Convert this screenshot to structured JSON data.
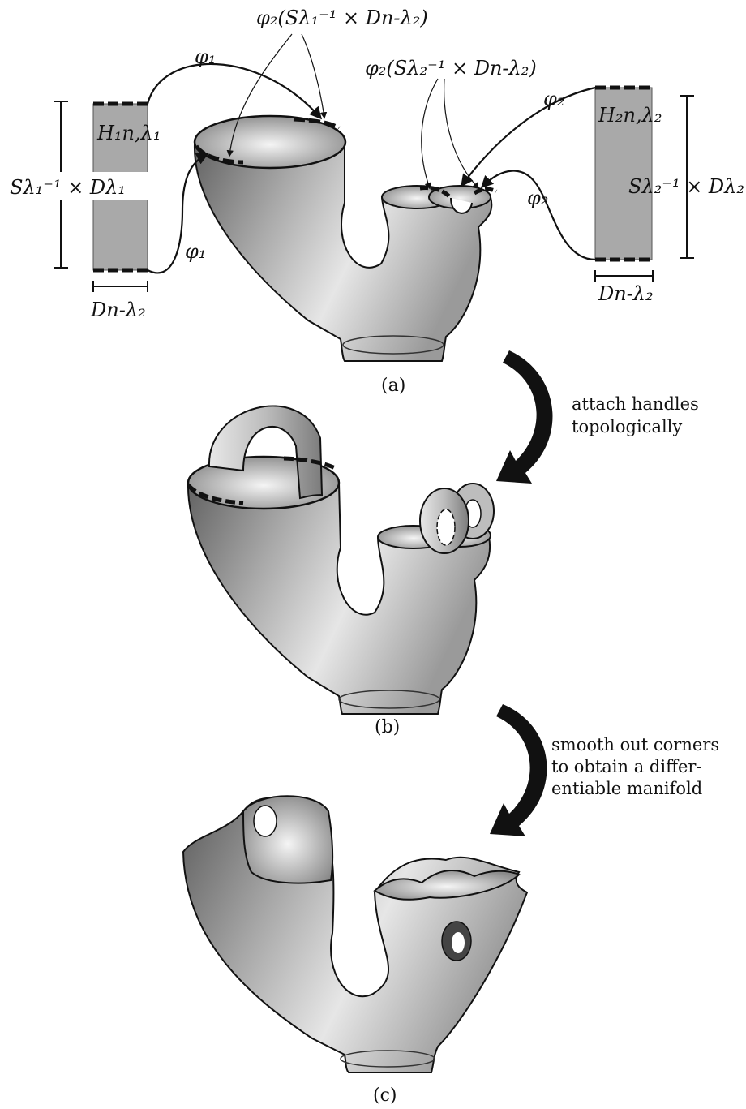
{
  "labels": {
    "phi2_top": "φ₂(Sλ₁⁻¹ × Dn-λ₂)",
    "phi2_mid": "φ₂(Sλ₂⁻¹ × Dn-λ₂)",
    "phi1_top": "φ₁",
    "phi1_bottom": "φ₁",
    "phi2_right_top": "φ₂",
    "phi2_right_bottom": "φ₂",
    "H1": "H₁n,λ₁",
    "H2": "H₂n,λ₂",
    "S_left": "Sλ₁⁻¹ × Dλ₁",
    "S_right": "Sλ₂⁻¹ × Dλ₂",
    "D_left": "Dn-λ₂",
    "D_right": "Dn-λ₂"
  },
  "captions": {
    "a": "(a)",
    "b": "(b)",
    "c": "(c)"
  },
  "notes": {
    "step1": [
      "attach handles",
      "topologically"
    ],
    "step2": [
      "smooth out corners",
      "to obtain a differ-",
      "entiable manifold"
    ]
  },
  "colors": {
    "ink": "#111111",
    "handle_fill": "#a9a9a9",
    "surface_light": "#f2f2f2",
    "surface_dark": "#6a6a6a"
  },
  "icons": {
    "arrow1": "curved-arrow-icon",
    "arrow2": "curved-arrow-icon"
  }
}
